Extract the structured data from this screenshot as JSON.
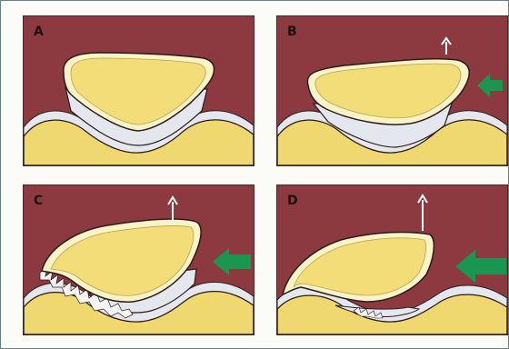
{
  "panels": [
    {
      "label": "A",
      "up_arrow": false,
      "push_arrow": "none"
    },
    {
      "label": "B",
      "up_arrow": true,
      "push_arrow": "small"
    },
    {
      "label": "C",
      "up_arrow": true,
      "push_arrow": "medium"
    },
    {
      "label": "D",
      "up_arrow": true,
      "push_arrow": "large"
    }
  ],
  "colors": {
    "background_tissue": "#8c3a3f",
    "crown_fill": "#f2dd78",
    "crown_rim": "#fbf3c8",
    "cement": "#e4e7ee",
    "tooth": "#f0d870",
    "arrow_green": "#1a9651",
    "arrow_white": "#ffffff",
    "outline": "#2b1b1b",
    "cement_fracture": "#f4f4f4"
  }
}
